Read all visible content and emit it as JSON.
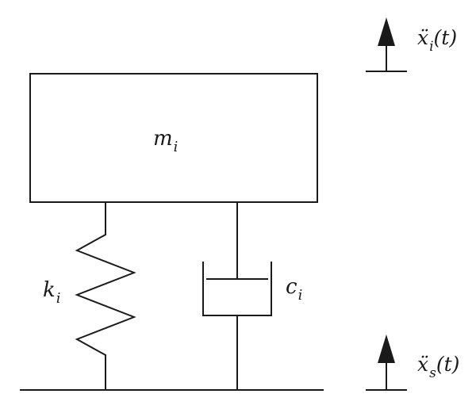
{
  "labels": {
    "mass": {
      "base": "m",
      "sub": "i"
    },
    "stiffness": {
      "base": "k",
      "sub": "i"
    },
    "damping": {
      "base": "c",
      "sub": "i"
    },
    "top_acceleration": {
      "base": "ẍ",
      "sub": "i",
      "arg": "(t)"
    },
    "ground_acceleration": {
      "base": "ẍ",
      "sub": "s",
      "arg": "(t)"
    }
  }
}
